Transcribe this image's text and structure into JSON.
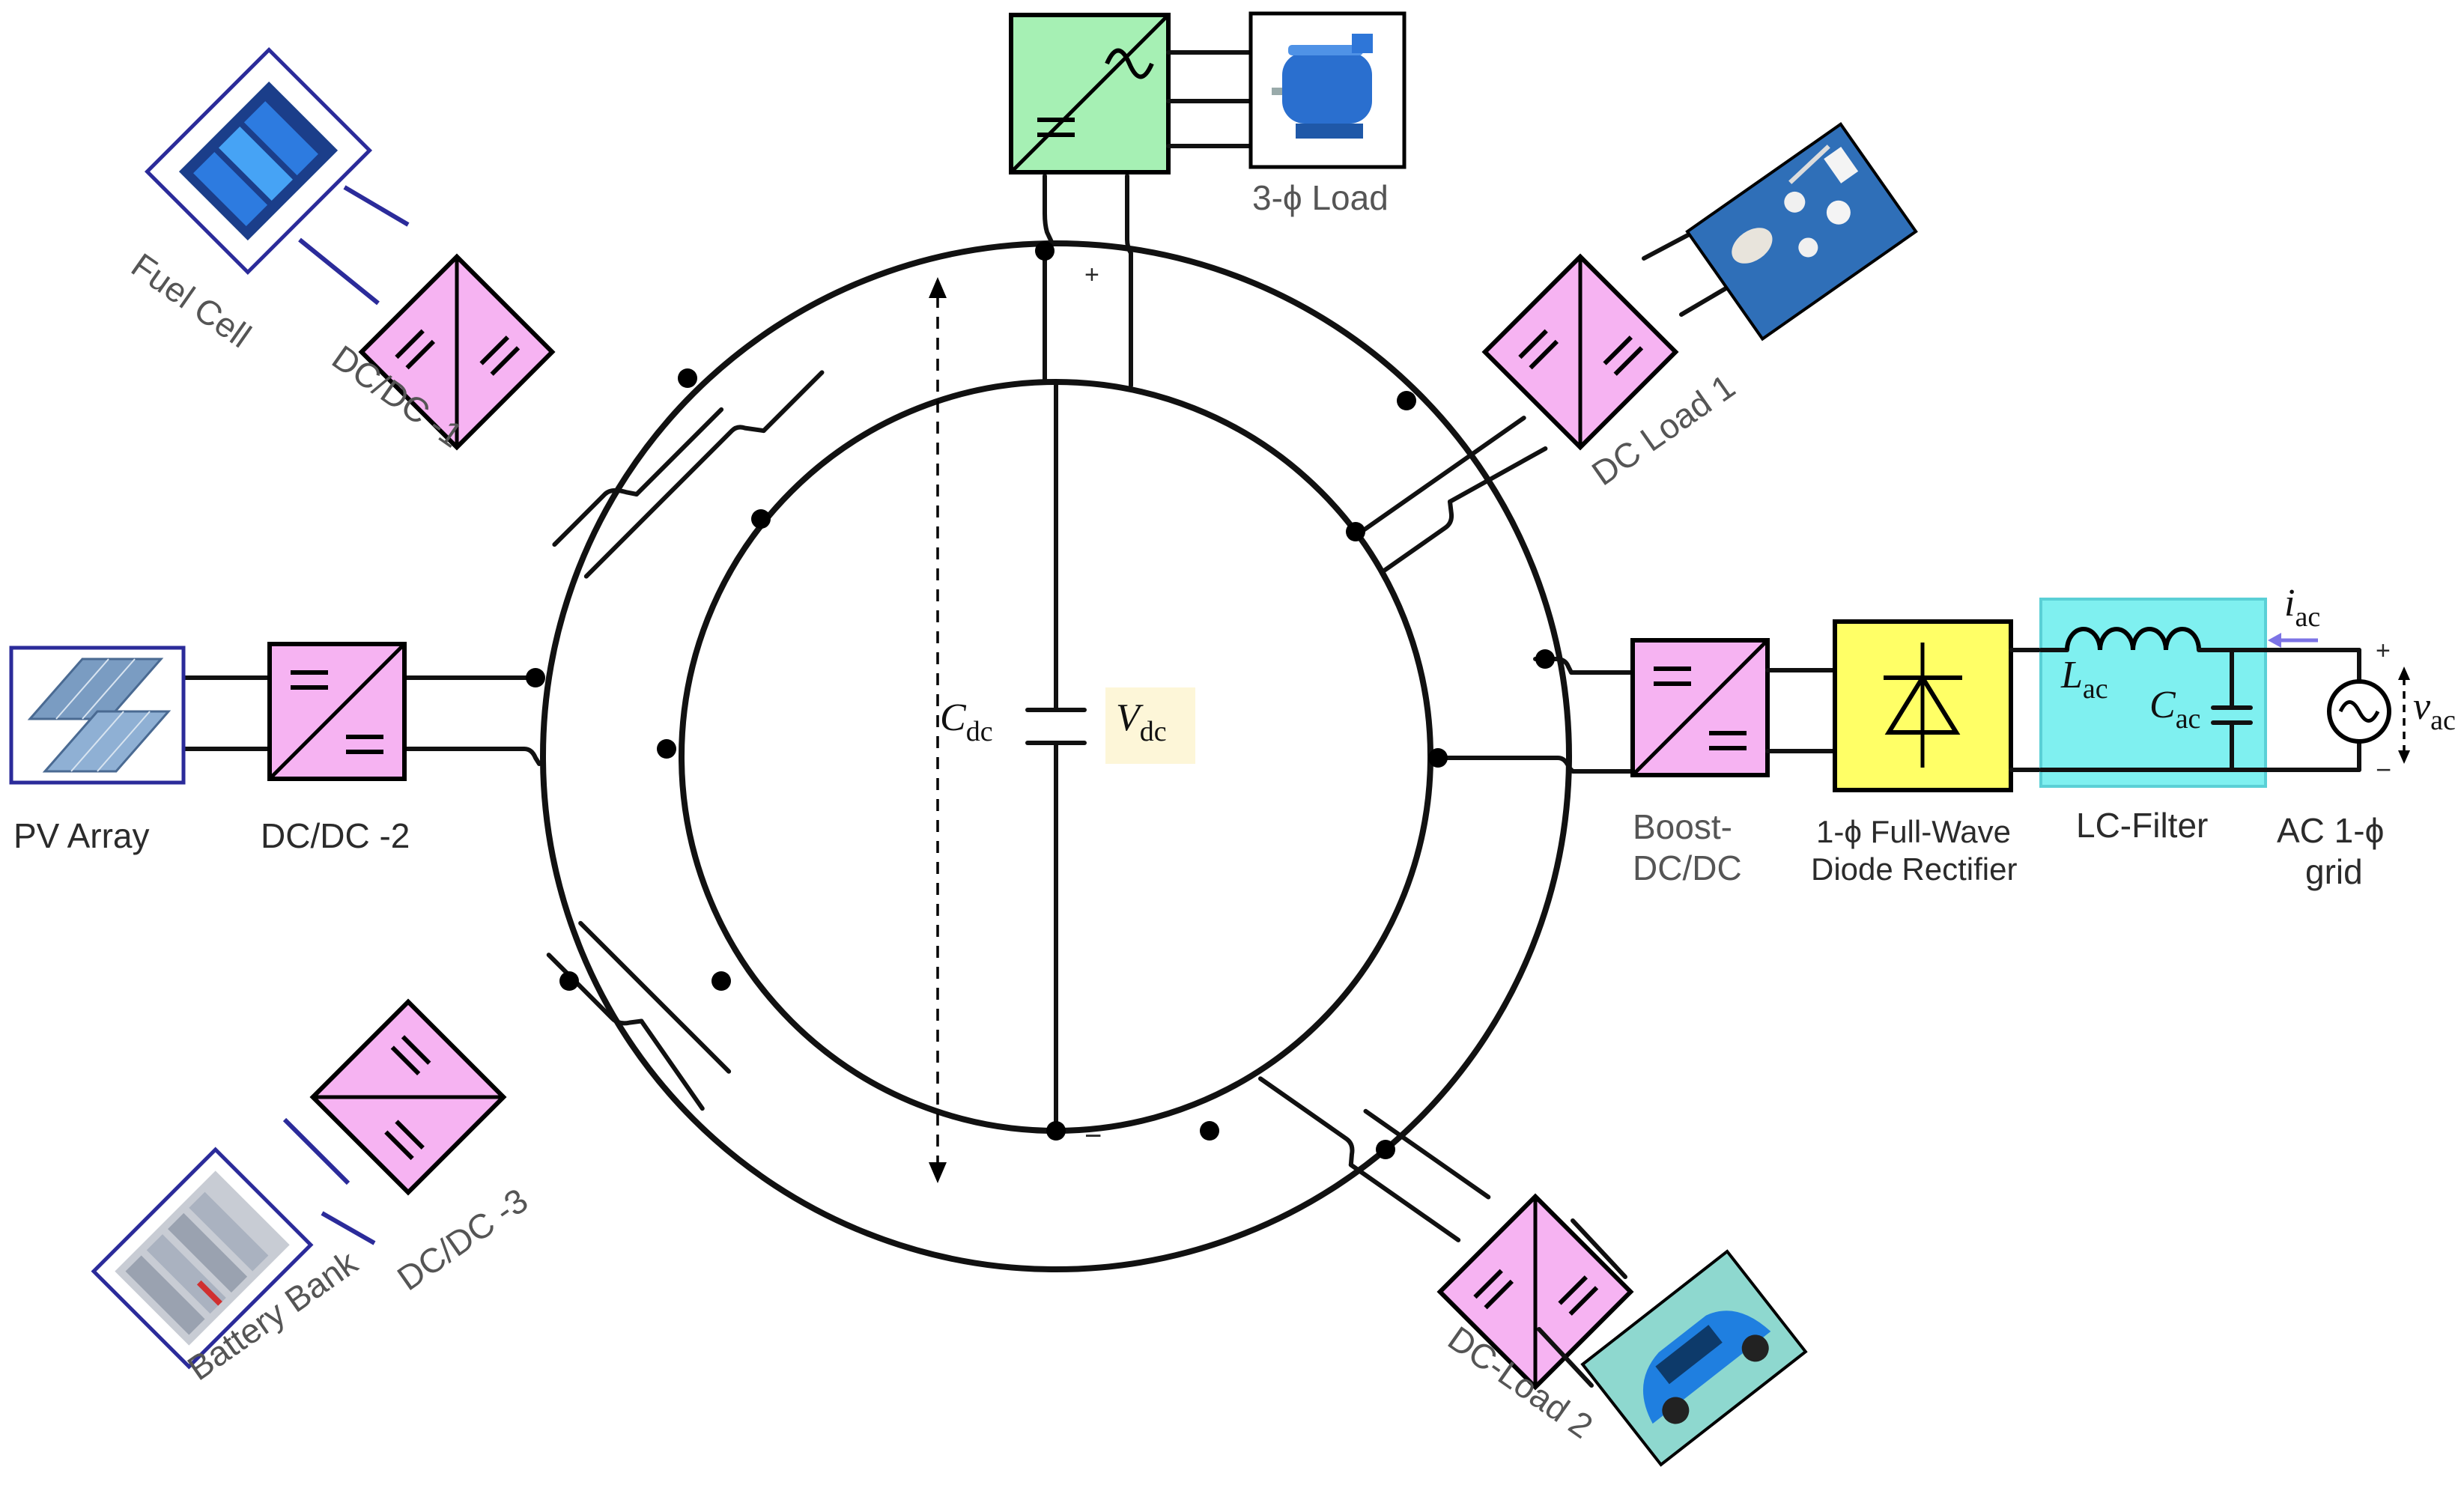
{
  "colors": {
    "dcdc_fill": "#f6b3f2",
    "inverter_fill": "#a6f0b4",
    "rectifier_fill": "#ffff66",
    "filter_fill": "#7ff0f0",
    "vdc_highlight": "#fdf6d8",
    "current_arrow": "#7d74e6",
    "wire": "#111111",
    "photo_border": "#2b2b9a"
  },
  "labels": {
    "fuel_cell": "Fuel Cell",
    "dcdc_1": "DC/DC -1",
    "pv_array": "PV Array",
    "dcdc_2": "DC/DC -2",
    "battery_bank": "Battery Bank",
    "dcdc_3": "DC/DC -3",
    "three_phase_load": "3-ϕ Load",
    "dc_load_1": "DC Load 1",
    "dc_load_2": "DC-Load 2",
    "boost_line1": "Boost-",
    "boost_line2": "DC/DC",
    "rectifier_line1": "1-ϕ Full-Wave",
    "rectifier_line2": "Diode Rectifier",
    "lc_filter": "LC-Filter",
    "grid_line1": "AC 1-ϕ",
    "grid_line2": "grid",
    "plus": "+",
    "minus": "−",
    "grid_plus": "+",
    "grid_minus": "−"
  },
  "math": {
    "cdc_main": "C",
    "cdc_sub": "dc",
    "vdc_main": "V",
    "vdc_sub": "dc",
    "lac_main": "L",
    "lac_sub": "ac",
    "cac_main": "C",
    "cac_sub": "ac",
    "iac_main": "i",
    "iac_sub": "ac",
    "vac_main": "v",
    "vac_sub": "ac"
  },
  "icons": {
    "dcdc_converter": "dc-dc-converter-icon",
    "inverter": "dc-ac-inverter-icon",
    "rectifier": "diode-icon",
    "ac_source": "ac-source-icon",
    "fuel_cell": "fuel-cell-photo",
    "pv_array": "solar-panel-photo",
    "battery_bank": "battery-bank-photo",
    "motor": "electric-motor-photo",
    "dc_load_1": "appliances-photo",
    "dc_load_2": "electric-car-photo"
  }
}
